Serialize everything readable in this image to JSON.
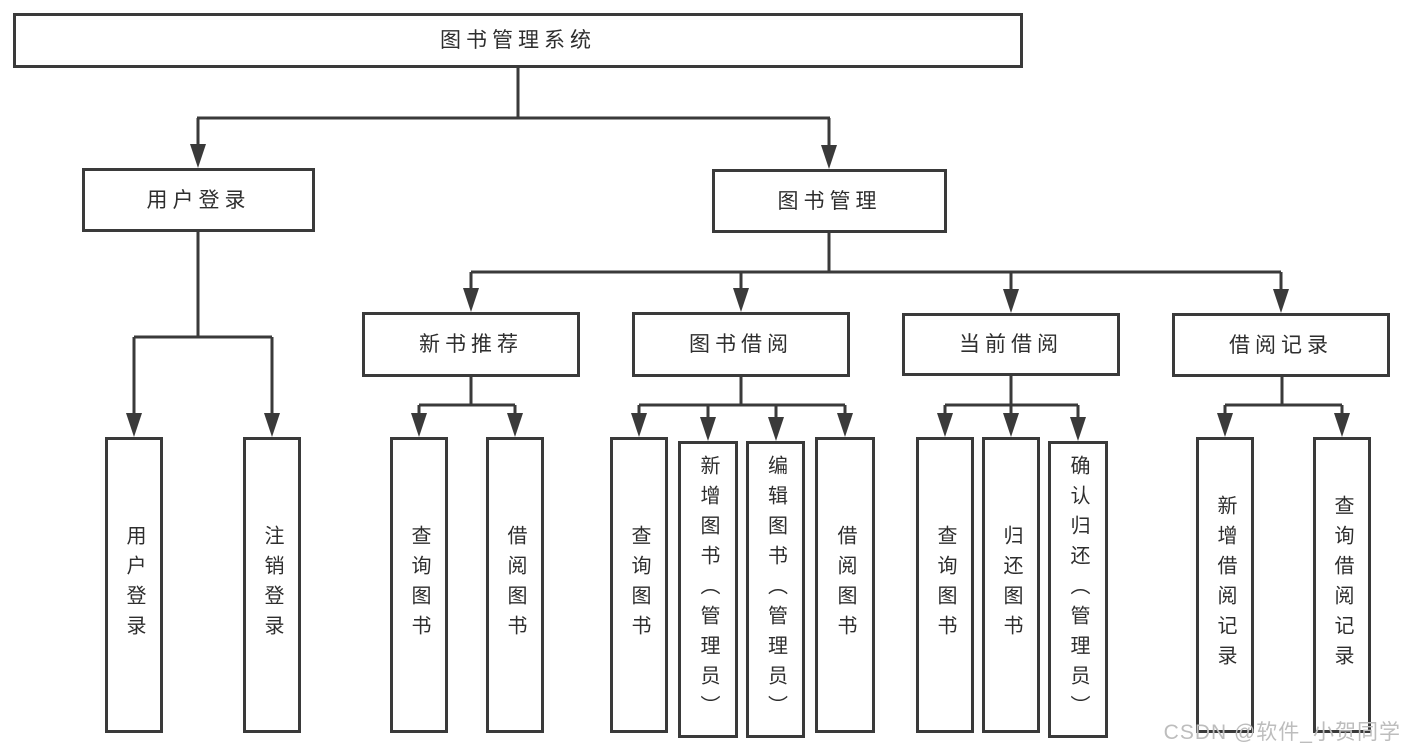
{
  "colors": {
    "line": "#3a3a3a",
    "node_border": "#3a3a3a",
    "node_text": "#2e2e2e",
    "watermark_text": "#bdbdbd",
    "background": "#ffffff"
  },
  "nodes": {
    "root": "图书管理系统",
    "user_login": "用户登录",
    "book_mgmt": "图书管理",
    "new_book_rec": "新书推荐",
    "book_borrow": "图书借阅",
    "current_borrow": "当前借阅",
    "borrow_records": "借阅记录",
    "leaf_user_login": "用户登录",
    "leaf_logout": "注销登录",
    "leaf_rec_query": "查询图书",
    "leaf_rec_borrow": "借阅图书",
    "leaf_bor_query": "查询图书",
    "leaf_bor_add": "新增图书（管理员）",
    "leaf_bor_edit": "编辑图书（管理员）",
    "leaf_bor_borrow": "借阅图书",
    "leaf_cur_query": "查询图书",
    "leaf_cur_return": "归还图书",
    "leaf_cur_confirm": "确认归还（管理员）",
    "leaf_hist_add": "新增借阅记录",
    "leaf_hist_query": "查询借阅记录"
  },
  "hierarchy": {
    "图书管理系统": {
      "用户登录": [
        "用户登录",
        "注销登录"
      ],
      "图书管理": {
        "新书推荐": [
          "查询图书",
          "借阅图书"
        ],
        "图书借阅": [
          "查询图书",
          "新增图书（管理员）",
          "编辑图书（管理员）",
          "借阅图书"
        ],
        "当前借阅": [
          "查询图书",
          "归还图书",
          "确认归还（管理员）"
        ],
        "借阅记录": [
          "新增借阅记录",
          "查询借阅记录"
        ]
      }
    }
  },
  "watermark": "CSDN @软件_小贺同学"
}
